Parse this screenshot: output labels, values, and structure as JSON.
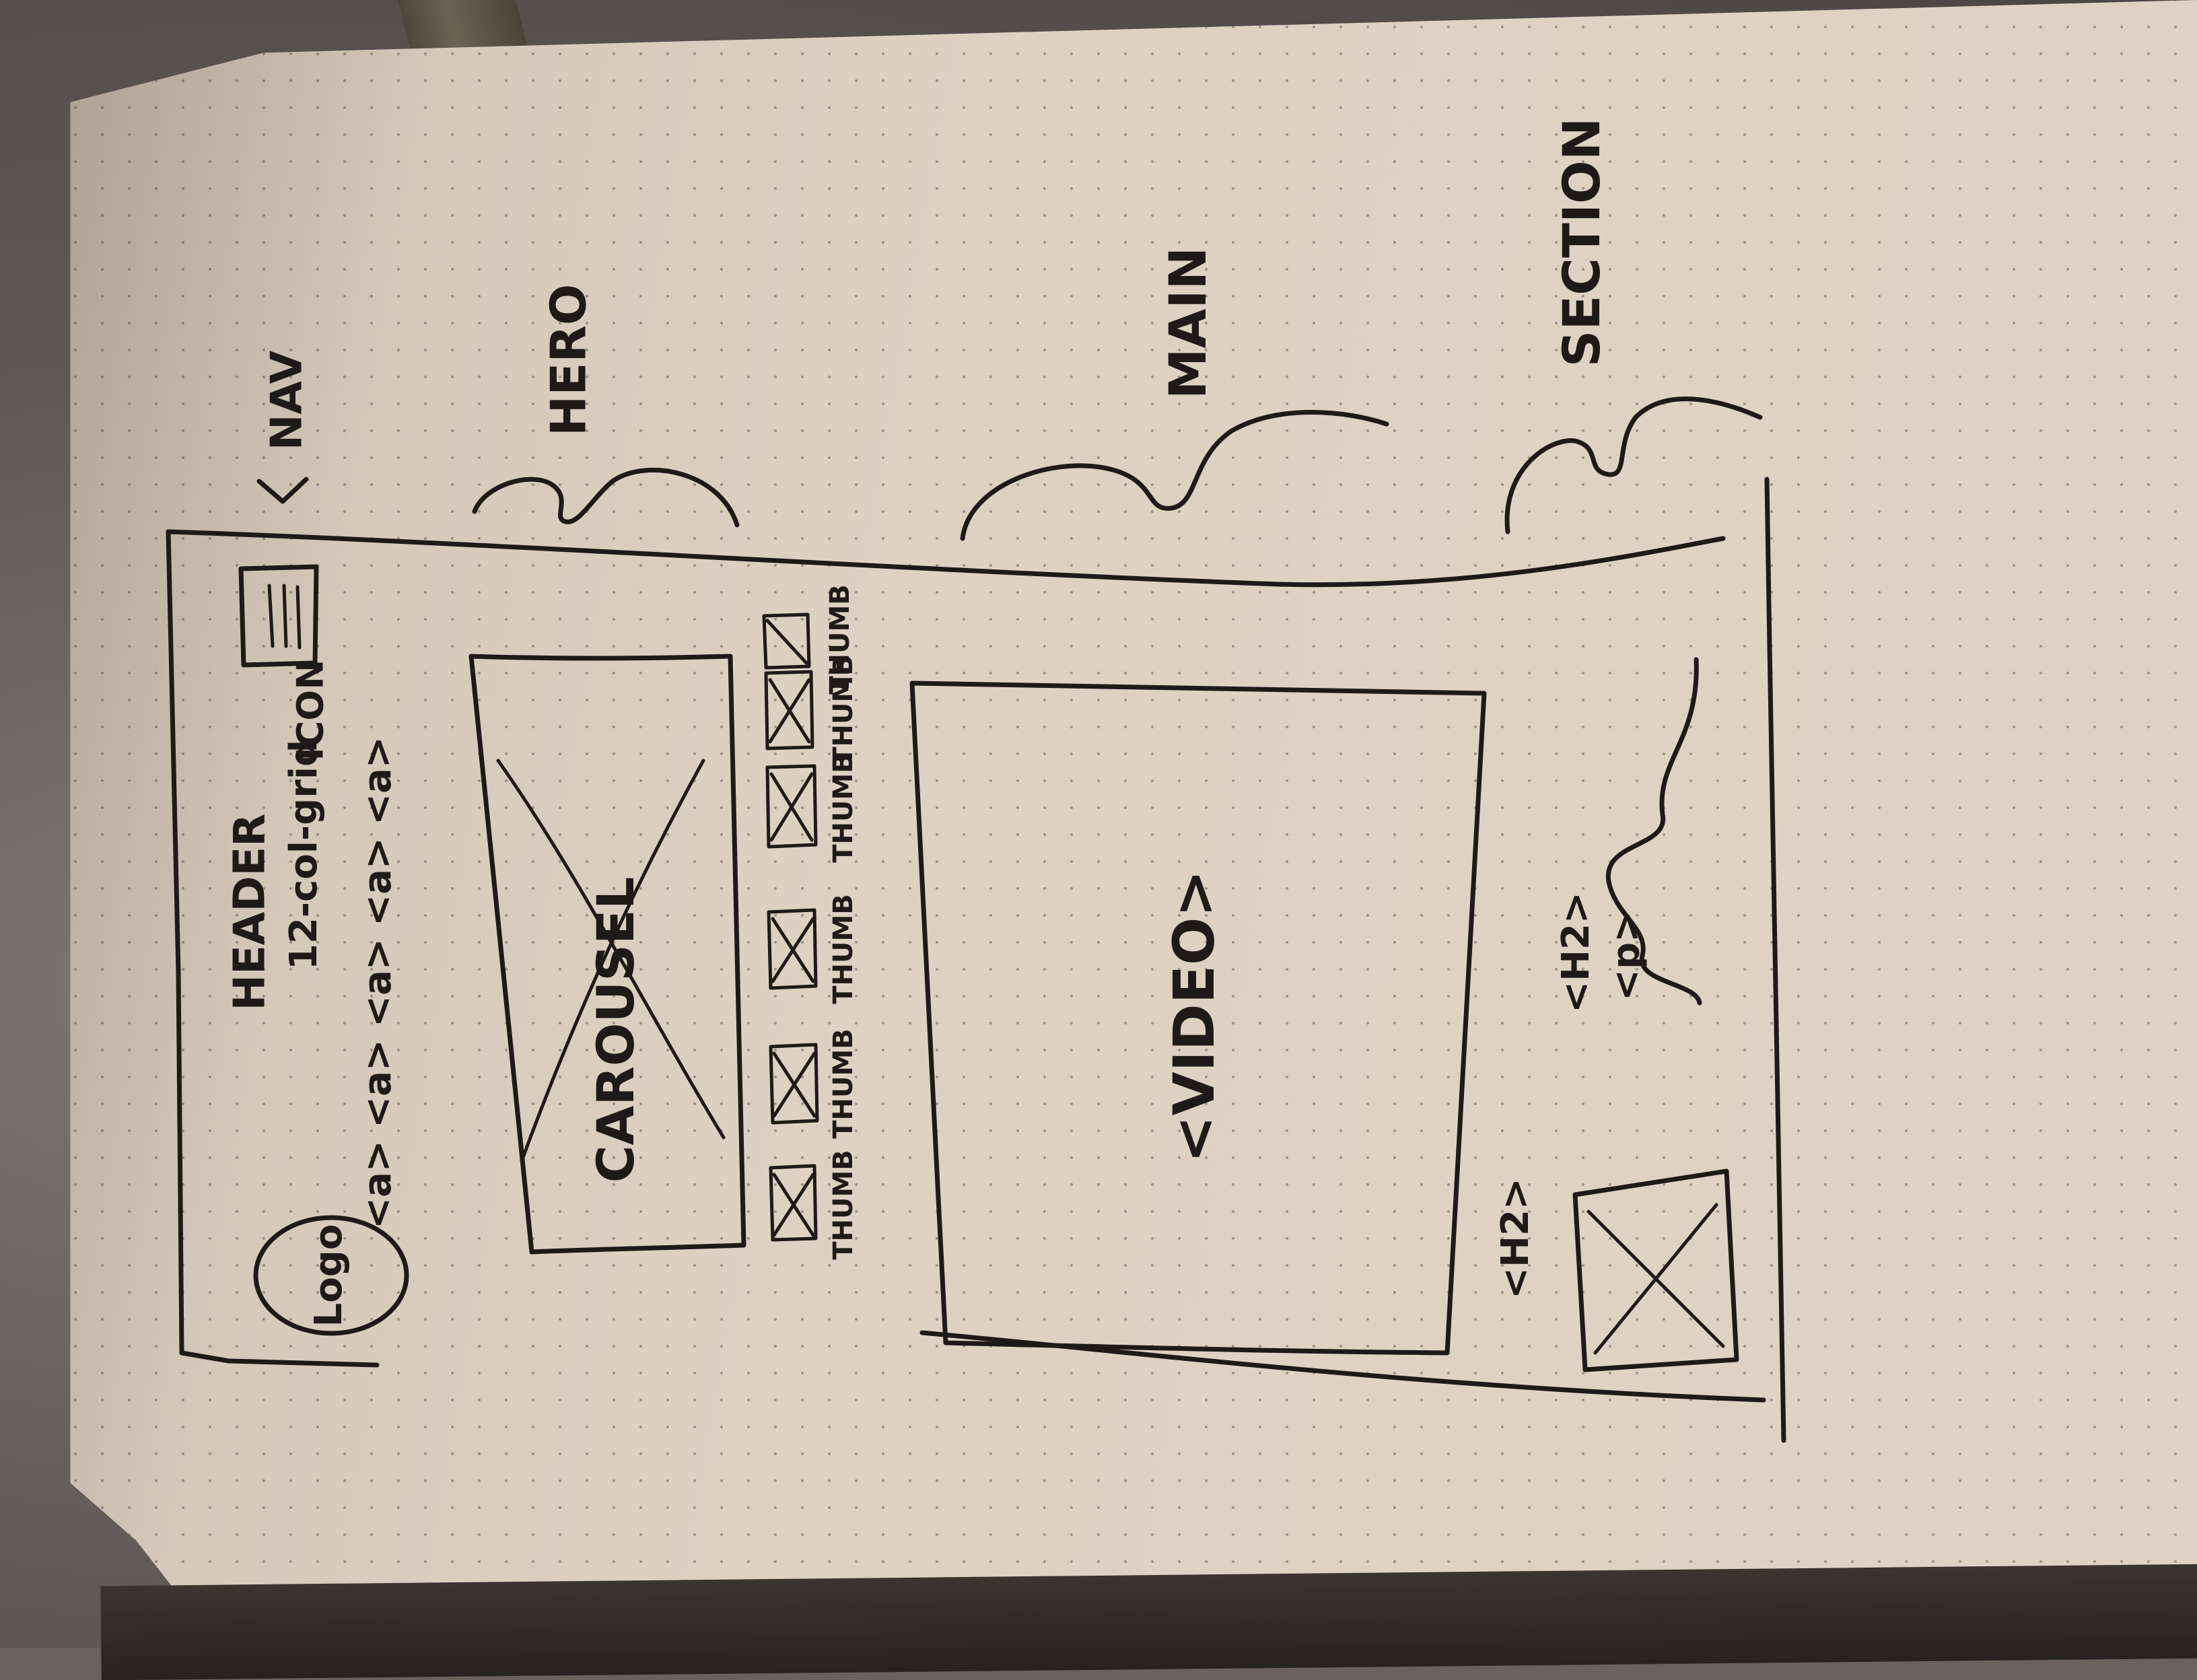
{
  "sketch": {
    "header": {
      "title": "HEADER",
      "grid": "12-col-grid",
      "icon_label": "ICON",
      "logo": "Logo",
      "nav_links": [
        "<a>",
        "<a>",
        "<a>",
        "<a>",
        "<a>"
      ]
    },
    "annotations": {
      "nav": "NAV",
      "hero": "HERO",
      "main": "MAIN",
      "section": "SECTION"
    },
    "hero": {
      "carousel": "CAROUSEL",
      "thumbs": [
        "THUMB",
        "THUMB",
        "THUMB",
        "THUMB",
        "THUMB",
        "THUMB"
      ]
    },
    "main": {
      "video": "<VIDEO>"
    },
    "section": {
      "h2_left": "<H2>",
      "h2_right": "<H2>",
      "p": "<p>"
    }
  }
}
